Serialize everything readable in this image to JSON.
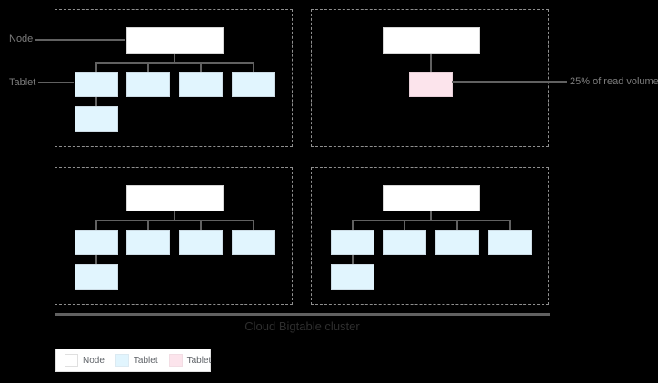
{
  "labels": {
    "node_pointer": "Node",
    "tablet_pointer": "Tablet",
    "hot_tablet_callout": "25% of read volume",
    "cluster_title": "Cloud Bigtable cluster"
  },
  "legend": {
    "items": [
      {
        "label": "Node",
        "swatch": "node",
        "color": "#ffffff"
      },
      {
        "label": "Tablet",
        "swatch": "tablet",
        "color": "#e1f5fe"
      },
      {
        "label": "Tablet",
        "swatch": "hot-tablet",
        "color": "#fce4ec"
      }
    ]
  },
  "diagram": {
    "quadrants": [
      {
        "name": "top-left",
        "node_count": 1,
        "tablet_count": 5,
        "hot_tablet_count": 0
      },
      {
        "name": "top-right",
        "node_count": 1,
        "tablet_count": 0,
        "hot_tablet_count": 1,
        "callout": "25% of read volume"
      },
      {
        "name": "bottom-left",
        "node_count": 1,
        "tablet_count": 5,
        "hot_tablet_count": 0
      },
      {
        "name": "bottom-right",
        "node_count": 1,
        "tablet_count": 5,
        "hot_tablet_count": 0
      }
    ]
  },
  "colors": {
    "background": "#000000",
    "node_fill": "#ffffff",
    "tablet_fill": "#e1f5fe",
    "hot_tablet_fill": "#fce4ec",
    "connector_line": "#616161",
    "dashed_border": "#8f8f8f",
    "pointer_text": "#7d7d7d",
    "title_text": "#2e2e2e"
  }
}
